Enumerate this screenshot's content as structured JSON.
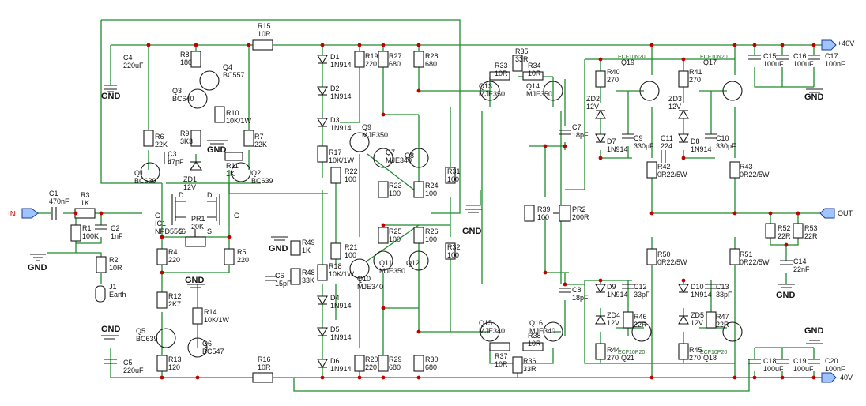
{
  "ports": {
    "in": "IN",
    "out": "OUT",
    "vpos": "+40V",
    "vneg": "-40V"
  },
  "gnd_label": "GND",
  "components": [
    {
      "id": "R15",
      "value": "10R"
    },
    {
      "id": "R16",
      "value": "10R"
    },
    {
      "id": "C4",
      "value": "220uF"
    },
    {
      "id": "C5",
      "value": "220uF"
    },
    {
      "id": "R8",
      "value": "180"
    },
    {
      "id": "Q4",
      "value": "BC557"
    },
    {
      "id": "Q3",
      "value": "BC640"
    },
    {
      "id": "R10",
      "value": "10K/1W"
    },
    {
      "id": "R9",
      "value": "3K3"
    },
    {
      "id": "R6",
      "value": "22K"
    },
    {
      "id": "R7",
      "value": "22K"
    },
    {
      "id": "C3",
      "value": "47pF"
    },
    {
      "id": "R11",
      "value": "1K"
    },
    {
      "id": "Q1",
      "value": "BC639"
    },
    {
      "id": "Q2",
      "value": "BC639"
    },
    {
      "id": "ZD1",
      "value": "12V"
    },
    {
      "id": "C1",
      "value": "470nF"
    },
    {
      "id": "R3",
      "value": "1K"
    },
    {
      "id": "R1",
      "value": "100K"
    },
    {
      "id": "C2",
      "value": "1nF"
    },
    {
      "id": "R2",
      "value": "10R"
    },
    {
      "id": "J1",
      "value": "Earth"
    },
    {
      "id": "IC1",
      "value": "NPD5566"
    },
    {
      "id": "PR1",
      "value": "20K"
    },
    {
      "id": "R4",
      "value": "220"
    },
    {
      "id": "R5",
      "value": "220"
    },
    {
      "id": "R12",
      "value": "2K7"
    },
    {
      "id": "R14",
      "value": "10K/1W"
    },
    {
      "id": "Q5",
      "value": "BC639"
    },
    {
      "id": "Q6",
      "value": "BC547"
    },
    {
      "id": "R13",
      "value": "120"
    },
    {
      "id": "D1",
      "value": "1N914"
    },
    {
      "id": "D2",
      "value": "1N914"
    },
    {
      "id": "D3",
      "value": "1N914"
    },
    {
      "id": "D4",
      "value": "1N914"
    },
    {
      "id": "D5",
      "value": "1N914"
    },
    {
      "id": "D6",
      "value": "1N914"
    },
    {
      "id": "R17",
      "value": "10K/1W"
    },
    {
      "id": "R18",
      "value": "10K/1W"
    },
    {
      "id": "R22",
      "value": "100"
    },
    {
      "id": "R21",
      "value": "100"
    },
    {
      "id": "R49",
      "value": "1K"
    },
    {
      "id": "R48",
      "value": "33K"
    },
    {
      "id": "C6",
      "value": "15pF"
    },
    {
      "id": "R19",
      "value": "220"
    },
    {
      "id": "R20",
      "value": "220"
    },
    {
      "id": "R27",
      "value": "680"
    },
    {
      "id": "R28",
      "value": "680"
    },
    {
      "id": "R29",
      "value": "680"
    },
    {
      "id": "R30",
      "value": "680"
    },
    {
      "id": "Q9",
      "value": "MJE350"
    },
    {
      "id": "Q10",
      "value": "MJE340"
    },
    {
      "id": "Q7",
      "value": "MJE340"
    },
    {
      "id": "Q8",
      "value": ""
    },
    {
      "id": "Q11",
      "value": "MJE350"
    },
    {
      "id": "Q12",
      "value": ""
    },
    {
      "id": "R23",
      "value": "100"
    },
    {
      "id": "R24",
      "value": "100"
    },
    {
      "id": "R25",
      "value": "100"
    },
    {
      "id": "R26",
      "value": "100"
    },
    {
      "id": "R31",
      "value": "100"
    },
    {
      "id": "R32",
      "value": "100"
    },
    {
      "id": "R33",
      "value": "10R"
    },
    {
      "id": "R34",
      "value": "10R"
    },
    {
      "id": "R35",
      "value": "33R"
    },
    {
      "id": "Q13",
      "value": "MJE350"
    },
    {
      "id": "Q14",
      "value": "MJE350"
    },
    {
      "id": "Q15",
      "value": "MJE340"
    },
    {
      "id": "Q16",
      "value": "MJE340"
    },
    {
      "id": "R37",
      "value": "10R"
    },
    {
      "id": "R38",
      "value": "10R"
    },
    {
      "id": "R36",
      "value": "33R"
    },
    {
      "id": "C7",
      "value": "18pF"
    },
    {
      "id": "C8",
      "value": "18pF"
    },
    {
      "id": "R39",
      "value": "100"
    },
    {
      "id": "PR2",
      "value": "200R"
    },
    {
      "id": "R40",
      "value": "270"
    },
    {
      "id": "R41",
      "value": "270"
    },
    {
      "id": "ZD2",
      "value": "12V"
    },
    {
      "id": "ZD3",
      "value": "12V"
    },
    {
      "id": "Q19",
      "value": "ECF10N20"
    },
    {
      "id": "Q17",
      "value": "ECF10N20"
    },
    {
      "id": "D7",
      "value": "1N914"
    },
    {
      "id": "D8",
      "value": "1N914"
    },
    {
      "id": "C9",
      "value": "330pF"
    },
    {
      "id": "C10",
      "value": "330pF"
    },
    {
      "id": "C11",
      "value": "224"
    },
    {
      "id": "R42",
      "value": "0R22/5W"
    },
    {
      "id": "R43",
      "value": "0R22/5W"
    },
    {
      "id": "R50",
      "value": "0R22/5W"
    },
    {
      "id": "R51",
      "value": "0R22/5W"
    },
    {
      "id": "D9",
      "value": "1N914"
    },
    {
      "id": "D10",
      "value": "1N914"
    },
    {
      "id": "C12",
      "value": "33pF"
    },
    {
      "id": "C13",
      "value": "33pF"
    },
    {
      "id": "ZD4",
      "value": "12V"
    },
    {
      "id": "ZD5",
      "value": "12V"
    },
    {
      "id": "R46",
      "value": "22R"
    },
    {
      "id": "R47",
      "value": "22R"
    },
    {
      "id": "Q21",
      "value": "ECF10P20"
    },
    {
      "id": "Q18",
      "value": "ECF10P20"
    },
    {
      "id": "R44",
      "value": "270"
    },
    {
      "id": "R45",
      "value": "270"
    },
    {
      "id": "C15",
      "value": "100uF"
    },
    {
      "id": "C16",
      "value": "100uF"
    },
    {
      "id": "C17",
      "value": "100nF"
    },
    {
      "id": "C18",
      "value": "100uF"
    },
    {
      "id": "C19",
      "value": "100uF"
    },
    {
      "id": "C20",
      "value": "100nF"
    },
    {
      "id": "R52",
      "value": "22R"
    },
    {
      "id": "R53",
      "value": "22R"
    },
    {
      "id": "C14",
      "value": "22nF"
    }
  ],
  "pin_labels": {
    "gate": "G",
    "drain": "D",
    "source": "S"
  }
}
